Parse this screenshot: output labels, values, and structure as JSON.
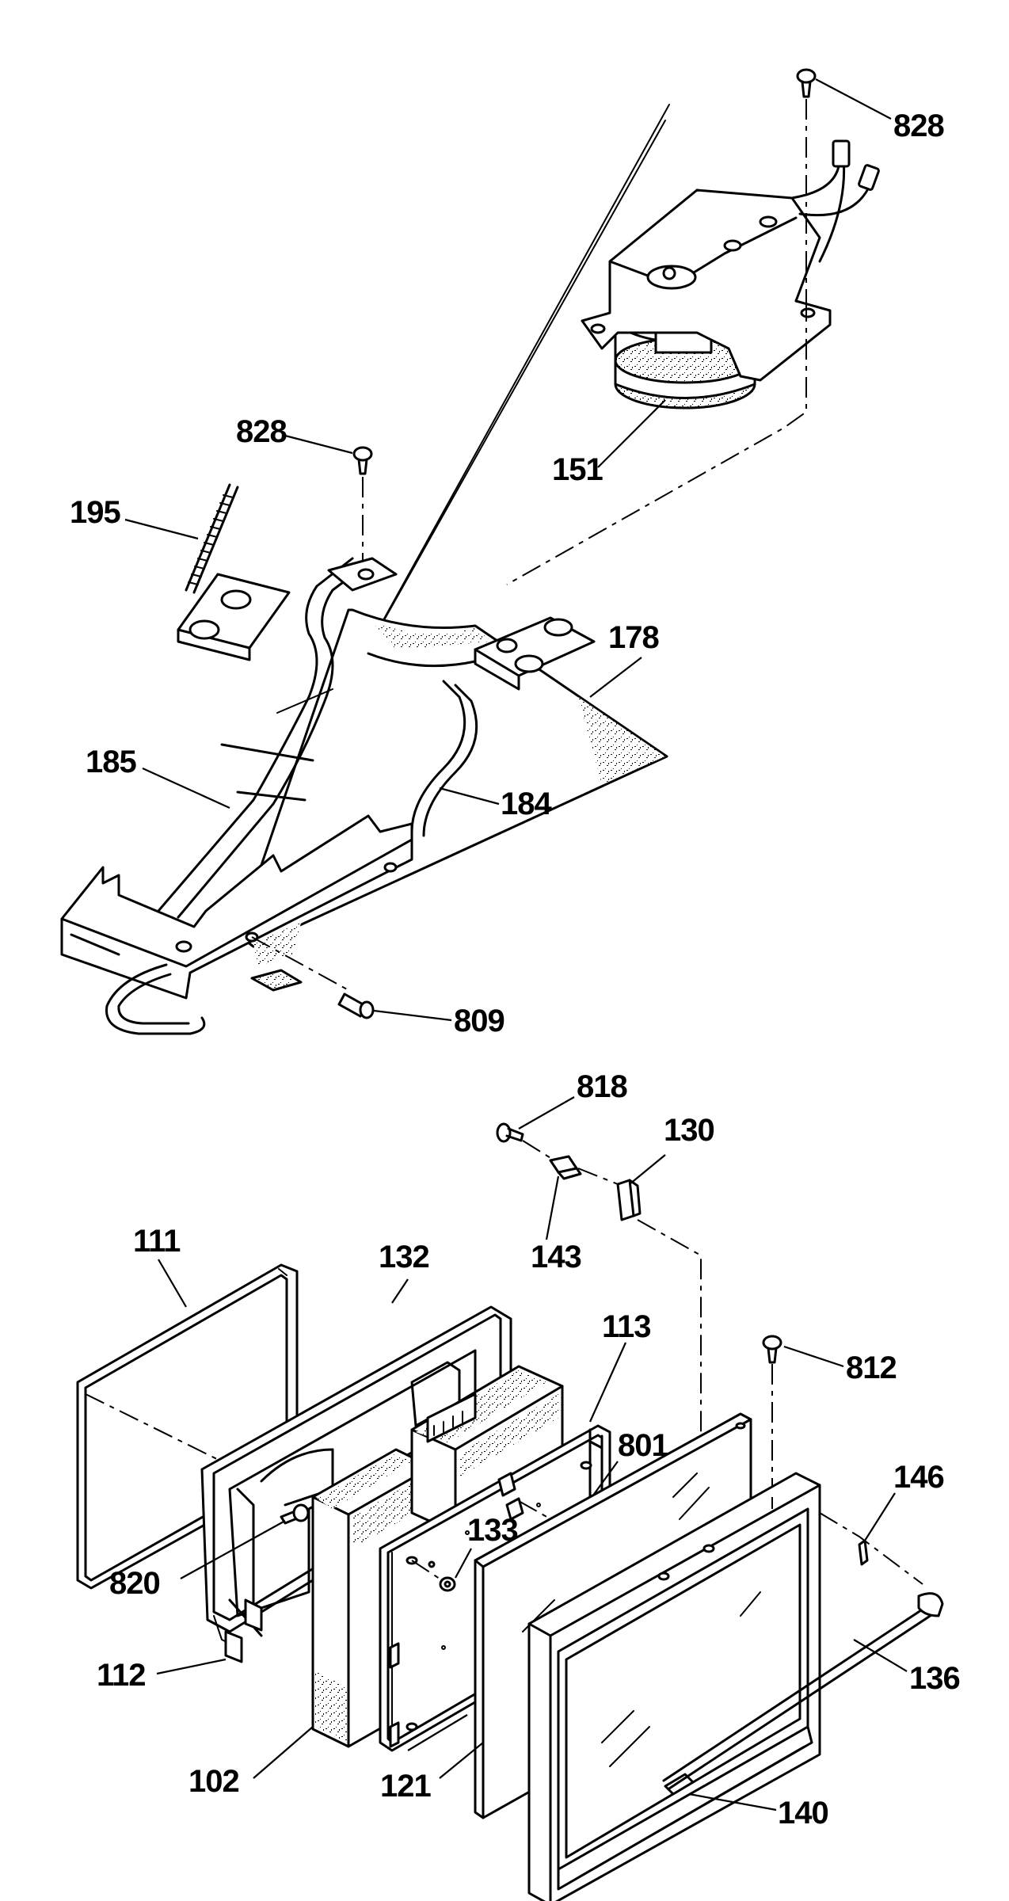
{
  "labels": {
    "p828a": "828",
    "p151": "151",
    "p828b": "828",
    "p195": "195",
    "p178": "178",
    "p185": "185",
    "p184": "184",
    "p809": "809",
    "p818": "818",
    "p130": "130",
    "p143": "143",
    "p111": "111",
    "p132": "132",
    "p113": "113",
    "p812": "812",
    "p801": "801",
    "p146": "146",
    "p133": "133",
    "p820": "820",
    "p112": "112",
    "p136": "136",
    "p102": "102",
    "p121": "121",
    "p140": "140"
  }
}
